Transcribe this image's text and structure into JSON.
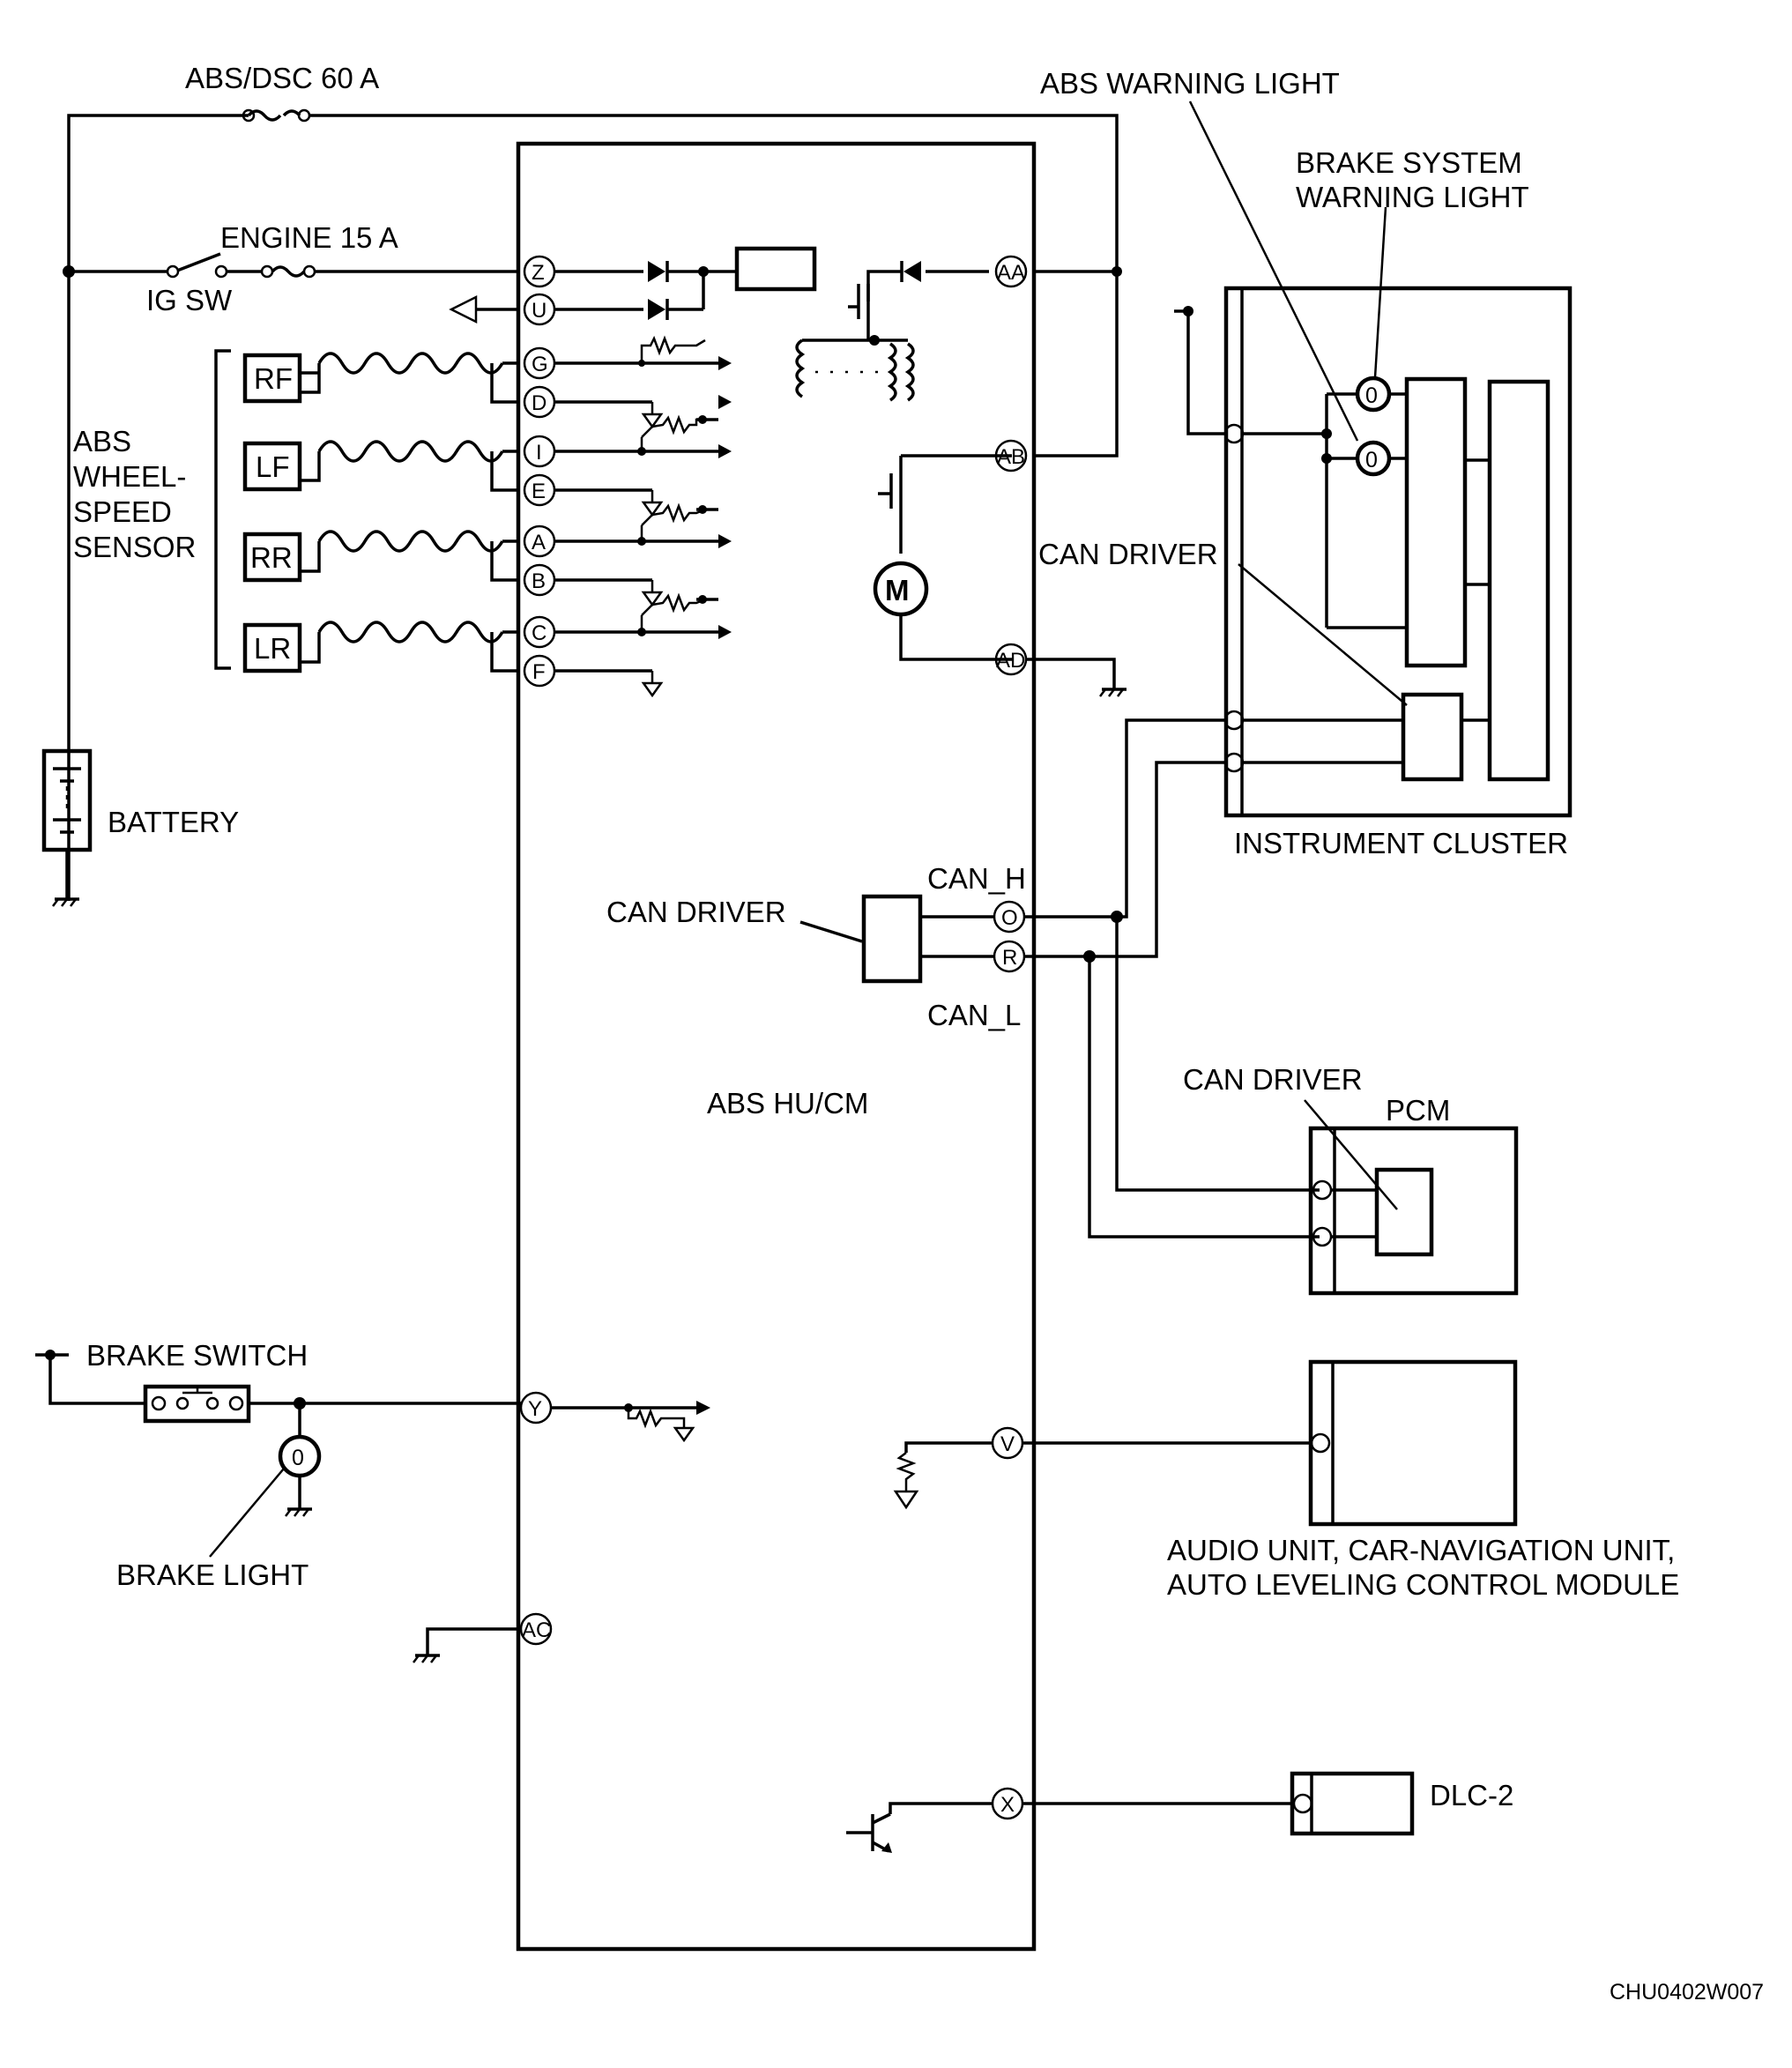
{
  "labels": {
    "abs_dsc_fuse": "ABS/DSC 60 A",
    "engine_fuse": "ENGINE 15 A",
    "ig_sw": "IG SW",
    "wheel_speed_sensor_1": "ABS",
    "wheel_speed_sensor_2": "WHEEL-",
    "wheel_speed_sensor_3": "SPEED",
    "wheel_speed_sensor_4": "SENSOR",
    "battery": "BATTERY",
    "abs_warning_light": "ABS WARNING LIGHT",
    "brake_system_warning_light_1": "BRAKE SYSTEM",
    "brake_system_warning_light_2": "WARNING LIGHT",
    "can_driver_cluster": "CAN DRIVER",
    "instrument_cluster": "INSTRUMENT CLUSTER",
    "can_driver_module": "CAN DRIVER",
    "can_h": "CAN_H",
    "can_l": "CAN_L",
    "abs_hu_cm": "ABS HU/CM",
    "can_driver_pcm": "CAN DRIVER",
    "pcm": "PCM",
    "brake_switch": "BRAKE SWITCH",
    "brake_light": "BRAKE LIGHT",
    "audio_unit_1": "AUDIO UNIT, CAR-NAVIGATION UNIT,",
    "audio_unit_2": "AUTO LEVELING CONTROL MODULE",
    "dlc2": "DLC-2",
    "figure_code": "CHU0402W007",
    "motor": "M"
  },
  "sensors": [
    "RF",
    "LF",
    "RR",
    "LR"
  ],
  "pins_left": [
    "Z",
    "U",
    "G",
    "D",
    "I",
    "E",
    "A",
    "B",
    "C",
    "F",
    "Y",
    "AC"
  ],
  "pins_right": [
    "AA",
    "AB",
    "AD",
    "O",
    "R",
    "V",
    "X"
  ]
}
